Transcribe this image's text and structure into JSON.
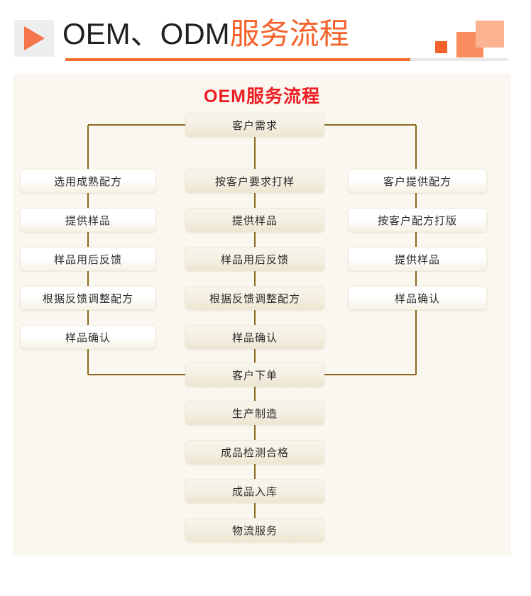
{
  "header": {
    "play_icon": "play-triangle-icon",
    "title_latin": "OEM、ODM",
    "title_cjk": "服务流程",
    "accent_color": "#f4622a",
    "latin_color": "#231f20",
    "rule_color": "#f4702e",
    "rule_track_color": "#e9e9e9",
    "decor_squares": [
      "#f4622a",
      "#fa8d5f",
      "#fbb392"
    ]
  },
  "panel": {
    "title": "OEM服务流程",
    "title_color": "#ee1c23",
    "background": "#faf7f0",
    "line_color": "#8a6a21"
  },
  "flow": {
    "start": {
      "label": "客户需求"
    },
    "branches": [
      {
        "id": "left",
        "steps": [
          {
            "label": "选用成熟配方"
          },
          {
            "label": "提供样品"
          },
          {
            "label": "样品用后反馈"
          },
          {
            "label": "根据反馈调整配方"
          },
          {
            "label": "样品确认"
          }
        ]
      },
      {
        "id": "center",
        "steps": [
          {
            "label": "按客户要求打样"
          },
          {
            "label": "提供样品"
          },
          {
            "label": "样品用后反馈"
          },
          {
            "label": "根据反馈调整配方"
          },
          {
            "label": "样品确认"
          }
        ]
      },
      {
        "id": "right",
        "steps": [
          {
            "label": "客户提供配方"
          },
          {
            "label": "按客户配方打版"
          },
          {
            "label": "提供样品"
          },
          {
            "label": "样品确认"
          }
        ]
      }
    ],
    "merge": {
      "label": "客户下单"
    },
    "tail": [
      {
        "label": "生产制造"
      },
      {
        "label": "成品检测合格"
      },
      {
        "label": "成品入库"
      },
      {
        "label": "物流服务"
      }
    ]
  }
}
